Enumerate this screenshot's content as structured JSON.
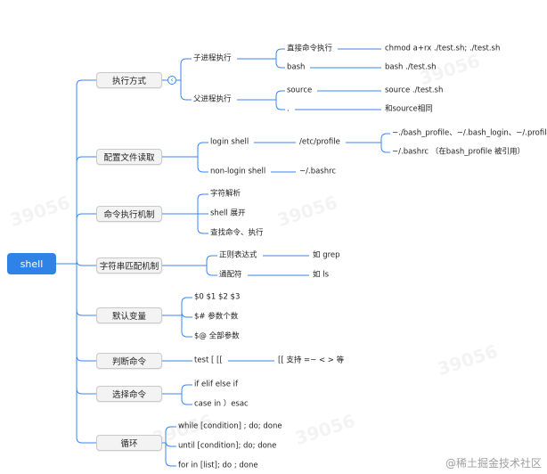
{
  "diagram": {
    "root": "shell",
    "branches": [
      {
        "label": "执行方式",
        "children": [
          {
            "label": "子进程执行",
            "children": [
              {
                "label": "直接命令执行",
                "children": [
                  {
                    "label": "chmod a+rx ./test.sh; ./test.sh"
                  }
                ]
              },
              {
                "label": "bash",
                "children": [
                  {
                    "label": "bash ./test.sh"
                  }
                ]
              }
            ]
          },
          {
            "label": "父进程执行",
            "children": [
              {
                "label": "source",
                "children": [
                  {
                    "label": "source ./test.sh"
                  }
                ]
              },
              {
                "label": ".",
                "children": [
                  {
                    "label": "和source相同"
                  }
                ]
              }
            ]
          }
        ]
      },
      {
        "label": "配置文件读取",
        "children": [
          {
            "label": "login shell",
            "children": [
              {
                "label": "/etc/profile",
                "children": [
                  {
                    "label": "~./bash_profile、~/.bash_login、~/.profile"
                  },
                  {
                    "label": "~/.bashrc （在bash_profile 被引用）"
                  }
                ]
              }
            ]
          },
          {
            "label": "non-login shell",
            "children": [
              {
                "label": "~/.bashrc"
              }
            ]
          }
        ]
      },
      {
        "label": "命令执行机制",
        "children": [
          {
            "label": "字符解析"
          },
          {
            "label": "shell 展开"
          },
          {
            "label": "查找命令、执行"
          }
        ]
      },
      {
        "label": "字符串匹配机制",
        "children": [
          {
            "label": "正则表达式",
            "children": [
              {
                "label": "如 grep"
              }
            ]
          },
          {
            "label": "通配符",
            "children": [
              {
                "label": "如 ls"
              }
            ]
          }
        ]
      },
      {
        "label": "默认变量",
        "children": [
          {
            "label": "$0 $1 $2 $3"
          },
          {
            "label": "$# 参数个数"
          },
          {
            "label": "$@  全部参数"
          }
        ]
      },
      {
        "label": "判断命令",
        "children": [
          {
            "label": "test [  [[",
            "children": [
              {
                "label": "[[ 支持 =~  <  > 等"
              }
            ]
          }
        ]
      },
      {
        "label": "选择命令",
        "children": [
          {
            "label": "if elif  else if"
          },
          {
            "label": "case in  ）esac"
          }
        ]
      },
      {
        "label": "循环",
        "children": [
          {
            "label": "while  [condition] ; do;  done"
          },
          {
            "label": "until [condition]; do; done"
          },
          {
            "label": "for in [list]; do ; done"
          }
        ]
      }
    ]
  },
  "watermarks": [
    "39056",
    "39056",
    "39056",
    "39056",
    "39056",
    "39056"
  ],
  "credit": "@稀土掘金技术社区",
  "colors": {
    "line": "#3a86f2",
    "root_fill": "#2f82e6",
    "box_fill": "#f3f3f3"
  }
}
